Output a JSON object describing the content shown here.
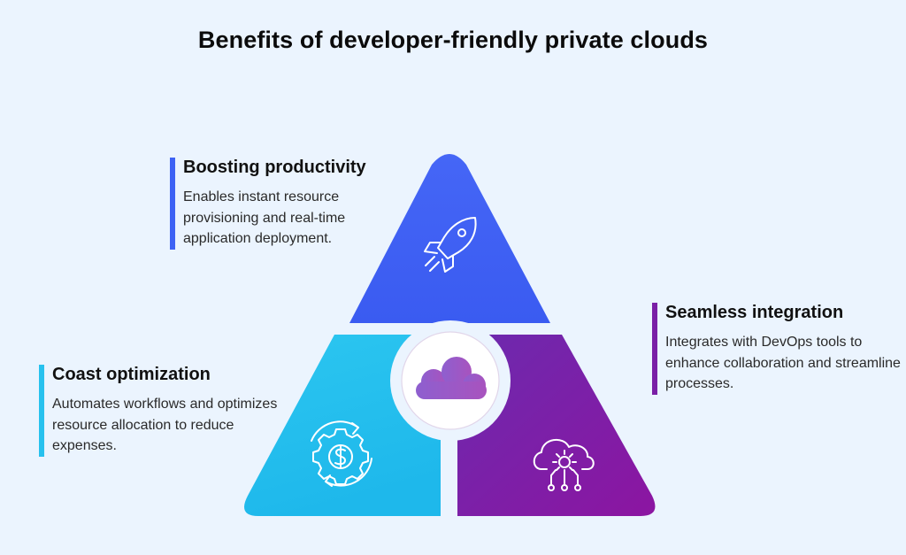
{
  "title": "Benefits of developer-friendly private clouds",
  "benefits": [
    {
      "heading": "Boosting productivity",
      "description": "Enables instant resource provisioning and real-time application deployment.",
      "icon": "rocket-icon",
      "color": "#3D62F4"
    },
    {
      "heading": "Seamless integration",
      "description": "Integrates with DevOps tools to enhance collaboration and streamline processes.",
      "icon": "cloud-gear-network-icon",
      "color": "#7A1FA6"
    },
    {
      "heading": "Coast optimization",
      "description": "Automates workflows and optimizes resource allocation to reduce expenses.",
      "icon": "dollar-gear-icon",
      "color": "#27C1EE"
    }
  ],
  "center": {
    "icon": "cloud-icon"
  },
  "colors": {
    "background": "#EBF4FE",
    "blue": "#3D62F4",
    "cyan": "#27C1EE",
    "purple": "#7A1FA6",
    "cloud": "#9A57C6"
  }
}
